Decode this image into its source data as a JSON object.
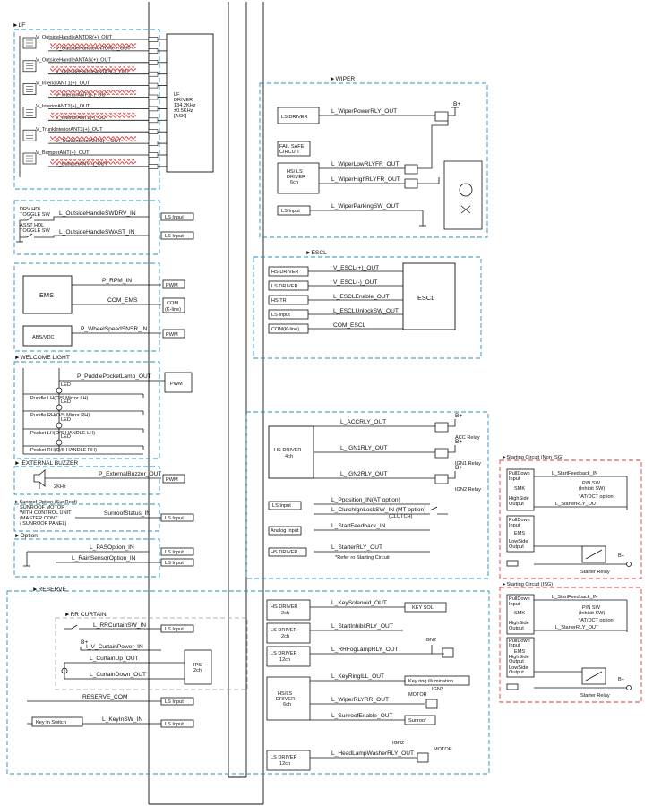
{
  "sections": {
    "lf": "LF",
    "wiper": "WIPER",
    "escl": "ESCL",
    "welcome_light": "WELCOME LIGHT",
    "external_buzzer": "EXTERNAL BUZZER",
    "sunroof": "Sunroof Option (SunRoof)",
    "option": "Option",
    "reserve": "RESERVE",
    "rr_curtain": "RR CURTAIN",
    "start_non_isg": "Starting Circuit (Non ISG)",
    "start_isg": "Starting Circuit (ISG)"
  },
  "lf": {
    "antennas": [
      "V_OutsideHandleANTDR(+)_OUT",
      "V_OutsideHandleANTDR(-)_OUT",
      "V_OutsideHandleANTAS(+)_OUT",
      "V_OutsideHandleANTAS(-)_OUT",
      "V_InteriorANT1(+)_OUT",
      "V_InteriorANT1(-)_OUT",
      "V_InteriorANT2(+)_OUT",
      "V_InteriorANT2(-)_OUT",
      "V_TrunkInteriorANT3(+)_OUT",
      "V_TrunkInteriorANT3(-)_OUT",
      "V_BumperANT(+)_OUT",
      "V_BumperANT(-)_OUT"
    ],
    "driver_lines": [
      "LF",
      "DRIVER",
      "134.2KHz",
      "±0.5KHz",
      "[ASK]"
    ]
  },
  "handle_sw": {
    "dr_label": [
      "DRV HDL",
      "TOGGLE SW"
    ],
    "as_label": [
      "ASST HDL",
      "TOGGLE SW"
    ],
    "dr_signal": "L_OutsideHandleSWDRV_IN",
    "as_signal": "L_OutsideHandleSWAST_IN",
    "input": "LS Input"
  },
  "ems": {
    "ems": "EMS",
    "abs": "ABS/VDC",
    "rpm": "P_RPM_IN",
    "com": "COM_EMS",
    "wheel": "P_WheelSpeedSNSR_IN",
    "pwm": "PWM",
    "com_box": [
      "COM",
      "(K-line)"
    ]
  },
  "welcome": {
    "signal": "P_PuddlePocketLamp_OUT",
    "pwm": "PWM",
    "led": "LED",
    "lamps": [
      "Puddle LH(O/S Mirror LH)",
      "Puddle RH(O/S Mirror RH)",
      "Pocket LH(O/S HANDLE LH)",
      "Pocket RH(O/S HANDLE RH)"
    ]
  },
  "buzzer": {
    "signal": "P_ExternalBuzzer_OUT",
    "freq": "2KHz",
    "pwm": "PWM"
  },
  "sunroof": {
    "module": [
      "SUNROOF MOTOR",
      "WITH CONTROL UNIT",
      "(MASTER CONT",
      "/ SUNROOF PANEL)"
    ],
    "signal": "SunroofStatus_IN",
    "input": "LS Input"
  },
  "option": {
    "pas": "L_PASOption_IN",
    "rain": "L_RainSensorOption_IN",
    "input": "LS Input"
  },
  "reserve": {
    "curtain_sw": "L_RRCurtainSW_IN",
    "bplus": "B+",
    "curtain_power": "I_V_CurtainPower_IN",
    "curtain_up": "L_CurtainUp_OUT",
    "curtain_down": "L_CurtainDown_OUT",
    "ips": [
      "IPS",
      "2ch"
    ],
    "reserve_com": "RESERVE_COM",
    "keyin": "L_KeyInSW_IN",
    "keyin_sw": "Key In Switch",
    "input": "LS Input"
  },
  "wiper": {
    "ls_driver": "LS DRIVER",
    "fail_safe": [
      "FAIL SAFE",
      "CIRCUIT"
    ],
    "hsls_driver": [
      "HS/ LS",
      "DRIVER",
      "6ch"
    ],
    "ls_input": "LS Input",
    "power_rly": "L_WiperPowerRLY_OUT",
    "low_rly": "L_WiperLowRLYFR_OUT",
    "high_rly": "L_WiperHighRLYFR_OUT",
    "parking_sw": "L_WiperParkingSW_OUT",
    "bplus": "B+"
  },
  "escl": {
    "boxes": [
      "HS DRIVER",
      "LS DRIVER",
      "HS TR",
      "LS Input",
      "COM(K-line)"
    ],
    "signals": [
      "V_ESCL(+)_OUT",
      "V_ESCL(-)_OUT",
      "L_ESCLEnable_OUT",
      "L_ESCLUnlockSW_OUT",
      "COM_ESCL"
    ],
    "unit": "ESCL"
  },
  "start_block": {
    "hs_driver": [
      "HS DRIVER",
      "4ch"
    ],
    "acc": "L_ACCRLY_OUT",
    "ign1": "L_IGN1RLY_OUT",
    "ign2": "L_IGN2RLY_OUT",
    "acc_relay": "ACC Relay",
    "ign1_relay": "IGN1 Relay",
    "ign2_relay": "IGN2 Relay",
    "bplus": "B+",
    "ls_input": "LS Input",
    "pposition": "L_Pposition_IN(AT option)",
    "clutch": "L_ClutchIgnLockSW_IN (MT option)",
    "clutch_sub": "(CLUTCH)",
    "analog": "Analog Input",
    "feedback": "L_StartFeedback_IN",
    "hs_driver_short": "HS DRIVER",
    "starter": "L_StarterRLY_OUT",
    "refer": "Refer ro Starting Circuit"
  },
  "reserve_right": {
    "hs2": [
      "HS DRIVER",
      "2ch"
    ],
    "ls2": [
      "LS DRIVER",
      "2ch"
    ],
    "ls12": [
      "LS DRIVER",
      "12ch"
    ],
    "hsls6": [
      "HS/LS",
      "DRIVER",
      "6ch"
    ],
    "ls12b": [
      "LS DRIVER",
      "12ch"
    ],
    "key_sol": "L_KeySolenoid_OUT",
    "key_sol_box": "KEY SOL",
    "start_inhibit": "L_StartInhibitRLY_OUT",
    "rr_fog": "L_RRFogLampRLY_OUT",
    "ign2": "IGN2",
    "key_ring": "L_KeyRingILL_OUT",
    "key_ring_box": "Key ring illumination",
    "wiper_rr": "L_WiperRLYRR_OUT",
    "motor": "MOTOR",
    "sunroof_enable": "L_SunroofEnable_OUT",
    "sunroof_box": "Sunroof",
    "head_lamp": "L_HeadLampWasherRLY_OUT"
  },
  "start_non_isg": {
    "smk_lines": [
      "PullDown",
      "Input",
      "SMK",
      "HighSide",
      "Output"
    ],
    "ems_lines": [
      "PullDown",
      "Input",
      "EMS",
      "LowSide",
      "Output"
    ],
    "feedback": "L_StartFeedback_IN",
    "ps_sw": [
      "P/N SW",
      "(Inhibit SW)"
    ],
    "at_option": "AT/DCT option",
    "starter_rly": "L_StarterRLY_OUT",
    "starter_relay": "Starter Relay",
    "bplus": "B+"
  },
  "start_isg": {
    "smk_lines": [
      "PullDown",
      "Input",
      "SMK",
      "HighSide",
      "Output"
    ],
    "ems_lines": [
      "PullDown",
      "Input",
      "EMS",
      "HighSide",
      "Output",
      "LowSide",
      "Output"
    ],
    "feedback": "L_StartFeedback_IN",
    "ps_sw": [
      "P/N SW",
      "(Inhibit SW)"
    ],
    "at_option": "AT/DCT option",
    "starter_rly": "L_StarterRLY_OUT",
    "starter_relay": "Starter Relay",
    "bplus": "B+"
  },
  "colors": {
    "dashed_blue": "#2b8fc4",
    "dashed_red": "#e0393b",
    "coil": "#d83a3a",
    "line": "#111111"
  }
}
